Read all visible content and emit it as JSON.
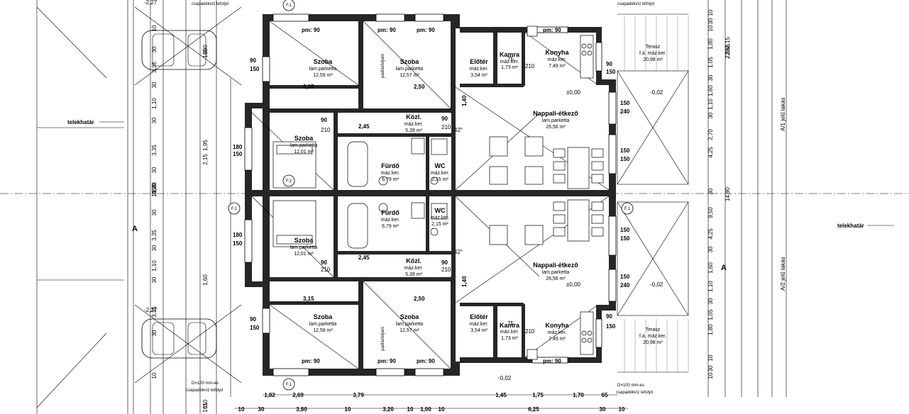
{
  "rooms": {
    "szoba_tl": {
      "name": "Szoba",
      "floor": "lam.parketta",
      "area": "12,59 m²"
    },
    "szoba_tm": {
      "name": "Szoba",
      "floor": "lam.parketta",
      "area": "12,57 m²"
    },
    "eloter_t": {
      "name": "Előtér",
      "floor": "máz.ker.",
      "area": "3,54 m²"
    },
    "kamra_t": {
      "name": "Kamra",
      "floor": "máz.ker.",
      "area": "1,73 m²"
    },
    "konyha_t": {
      "name": "Konyha",
      "floor": "máz.ker.",
      "area": "7,49 m²"
    },
    "terasz_t": {
      "name": "Terasz",
      "floor": "f.á. máz.ker.",
      "area": "20,98 m²"
    },
    "kozl_t": {
      "name": "Közl.",
      "floor": "máz.ker.",
      "area": "5,39 m²"
    },
    "nappali_t": {
      "name": "Nappali-étkező",
      "floor": "lam.parketta",
      "area": "26,56 m²"
    },
    "szoba_lt": {
      "name": "Szoba",
      "floor": "lam.parketta",
      "area": "12,01 m²"
    },
    "furdo_t": {
      "name": "Fürdő",
      "floor": "máz.ker.",
      "area": "6,79 m²"
    },
    "wc_t": {
      "name": "WC",
      "floor": "máz.ker.",
      "area": "2,15 m²"
    },
    "furdo_b": {
      "name": "Fürdő",
      "floor": "máz.ker.",
      "area": "6,79 m²"
    },
    "wc_b": {
      "name": "WC",
      "floor": "máz.ker.",
      "area": "2,15 m²"
    },
    "szoba_lb": {
      "name": "Szoba",
      "floor": "lam.parketta",
      "area": "12,01 m²"
    },
    "kozl_b": {
      "name": "Közl.",
      "floor": "máz.ker.",
      "area": "5,39 m²"
    },
    "nappali_b": {
      "name": "Nappali-étkező",
      "floor": "lam.parketta",
      "area": "26,56 m²"
    },
    "szoba_bl": {
      "name": "Szoba",
      "floor": "lam.parketta",
      "area": "12,59 m²"
    },
    "szoba_bm": {
      "name": "Szoba",
      "floor": "lam.parketta",
      "area": "12,57 m²"
    },
    "eloter_b": {
      "name": "Előtér",
      "floor": "máz.ker.",
      "area": "3,54 m²"
    },
    "kamra_b": {
      "name": "Kamra",
      "floor": "máz.ker.",
      "area": "1,73 m²"
    },
    "konyha_b": {
      "name": "Konyha",
      "floor": "máz.ker.",
      "area": "7,49 m²"
    },
    "terasz_b": {
      "name": "Terasz",
      "floor": "f.á. máz.ker.",
      "area": "20,98 m²"
    }
  },
  "labels": {
    "telekhatar": "telekhatár",
    "csapadek": "csapadékvíz lefolyó",
    "d100": "D=100 mm-es",
    "padlas": "padlásfeljáró",
    "lakas_a1": "A/1 jelű lakás",
    "lakas_a2": "A/2 jelű lakás",
    "section": "A",
    "f1": "F.1",
    "f2": "F.2",
    "level0": "±0,00",
    "level_m002": "-0,02",
    "level_m227": "-2,27",
    "pm90": "pm: 90",
    "corner42": "42°",
    "dim_21": "2,1",
    "dim_75": "75",
    "dim_210": "210",
    "dim_90": "90",
    "dim_150": "150",
    "dim_240": "240",
    "dim_180": "180",
    "dim_140": "1,40",
    "dim_245": "2,45",
    "dim_315": "3,15",
    "dim_250": "2,50"
  },
  "dims_bottom": [
    "10",
    "30",
    "3,80",
    "10",
    "3,20",
    "10",
    "1,00",
    "10",
    "6,25",
    "30",
    "10"
  ],
  "dims_bottom2": [
    "1,82",
    "2,69",
    "3,79",
    "1,45",
    "1,75",
    "1,70",
    "65"
  ],
  "dims_right": [
    "10",
    "30",
    "10",
    "1,80",
    "1,05",
    "30",
    "1,60",
    "1,10",
    "30",
    "2,70",
    "4,25",
    "30",
    "9,50",
    "4,25",
    "30",
    "1,60",
    "1,10",
    "30",
    "1,05",
    "1,80",
    "10",
    "30",
    "10"
  ],
  "dims_right2": [
    "2,15",
    "2,35",
    "2,55",
    "2,65",
    "14,90"
  ],
  "dims_left": [
    "10",
    "30",
    "3,35",
    "30",
    "1,10",
    "30",
    "3,35",
    "30",
    "3,70",
    "7,50",
    "14,90",
    "30",
    "3,35",
    "30",
    "1,10",
    "30",
    "3,35",
    "30",
    "10"
  ],
  "dims_left2": [
    "300",
    "165",
    "110",
    "165",
    "1,95",
    "2,15",
    "1,60"
  ]
}
